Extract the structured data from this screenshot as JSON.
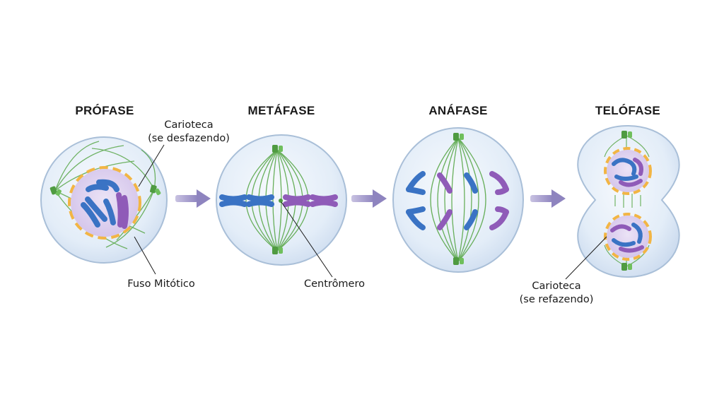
{
  "phases": [
    {
      "title": "PRÓFASE"
    },
    {
      "title": "METÁFASE"
    },
    {
      "title": "ANÁFASE"
    },
    {
      "title": "TELÓFASE"
    }
  ],
  "labels": {
    "carioteca_desfazendo_1": "Carioteca",
    "carioteca_desfazendo_2": "(se desfazendo)",
    "fuso_mitotico": "Fuso Mitótico",
    "centromero": "Centrômero",
    "carioteca_refazendo_1": "Carioteca",
    "carioteca_refazendo_2": "(se refazendo)"
  },
  "colors": {
    "cell_fill": "#e3edf8",
    "cell_stroke": "#a9bfd8",
    "nucleus_fill": "#dcd0ee",
    "nuclear_envelope": "#f2b544",
    "spindle": "#5aa84a",
    "chromosome_blue": "#3a73c4",
    "chromosome_purple": "#8f5bb8",
    "arrow": "#9b92c4"
  }
}
